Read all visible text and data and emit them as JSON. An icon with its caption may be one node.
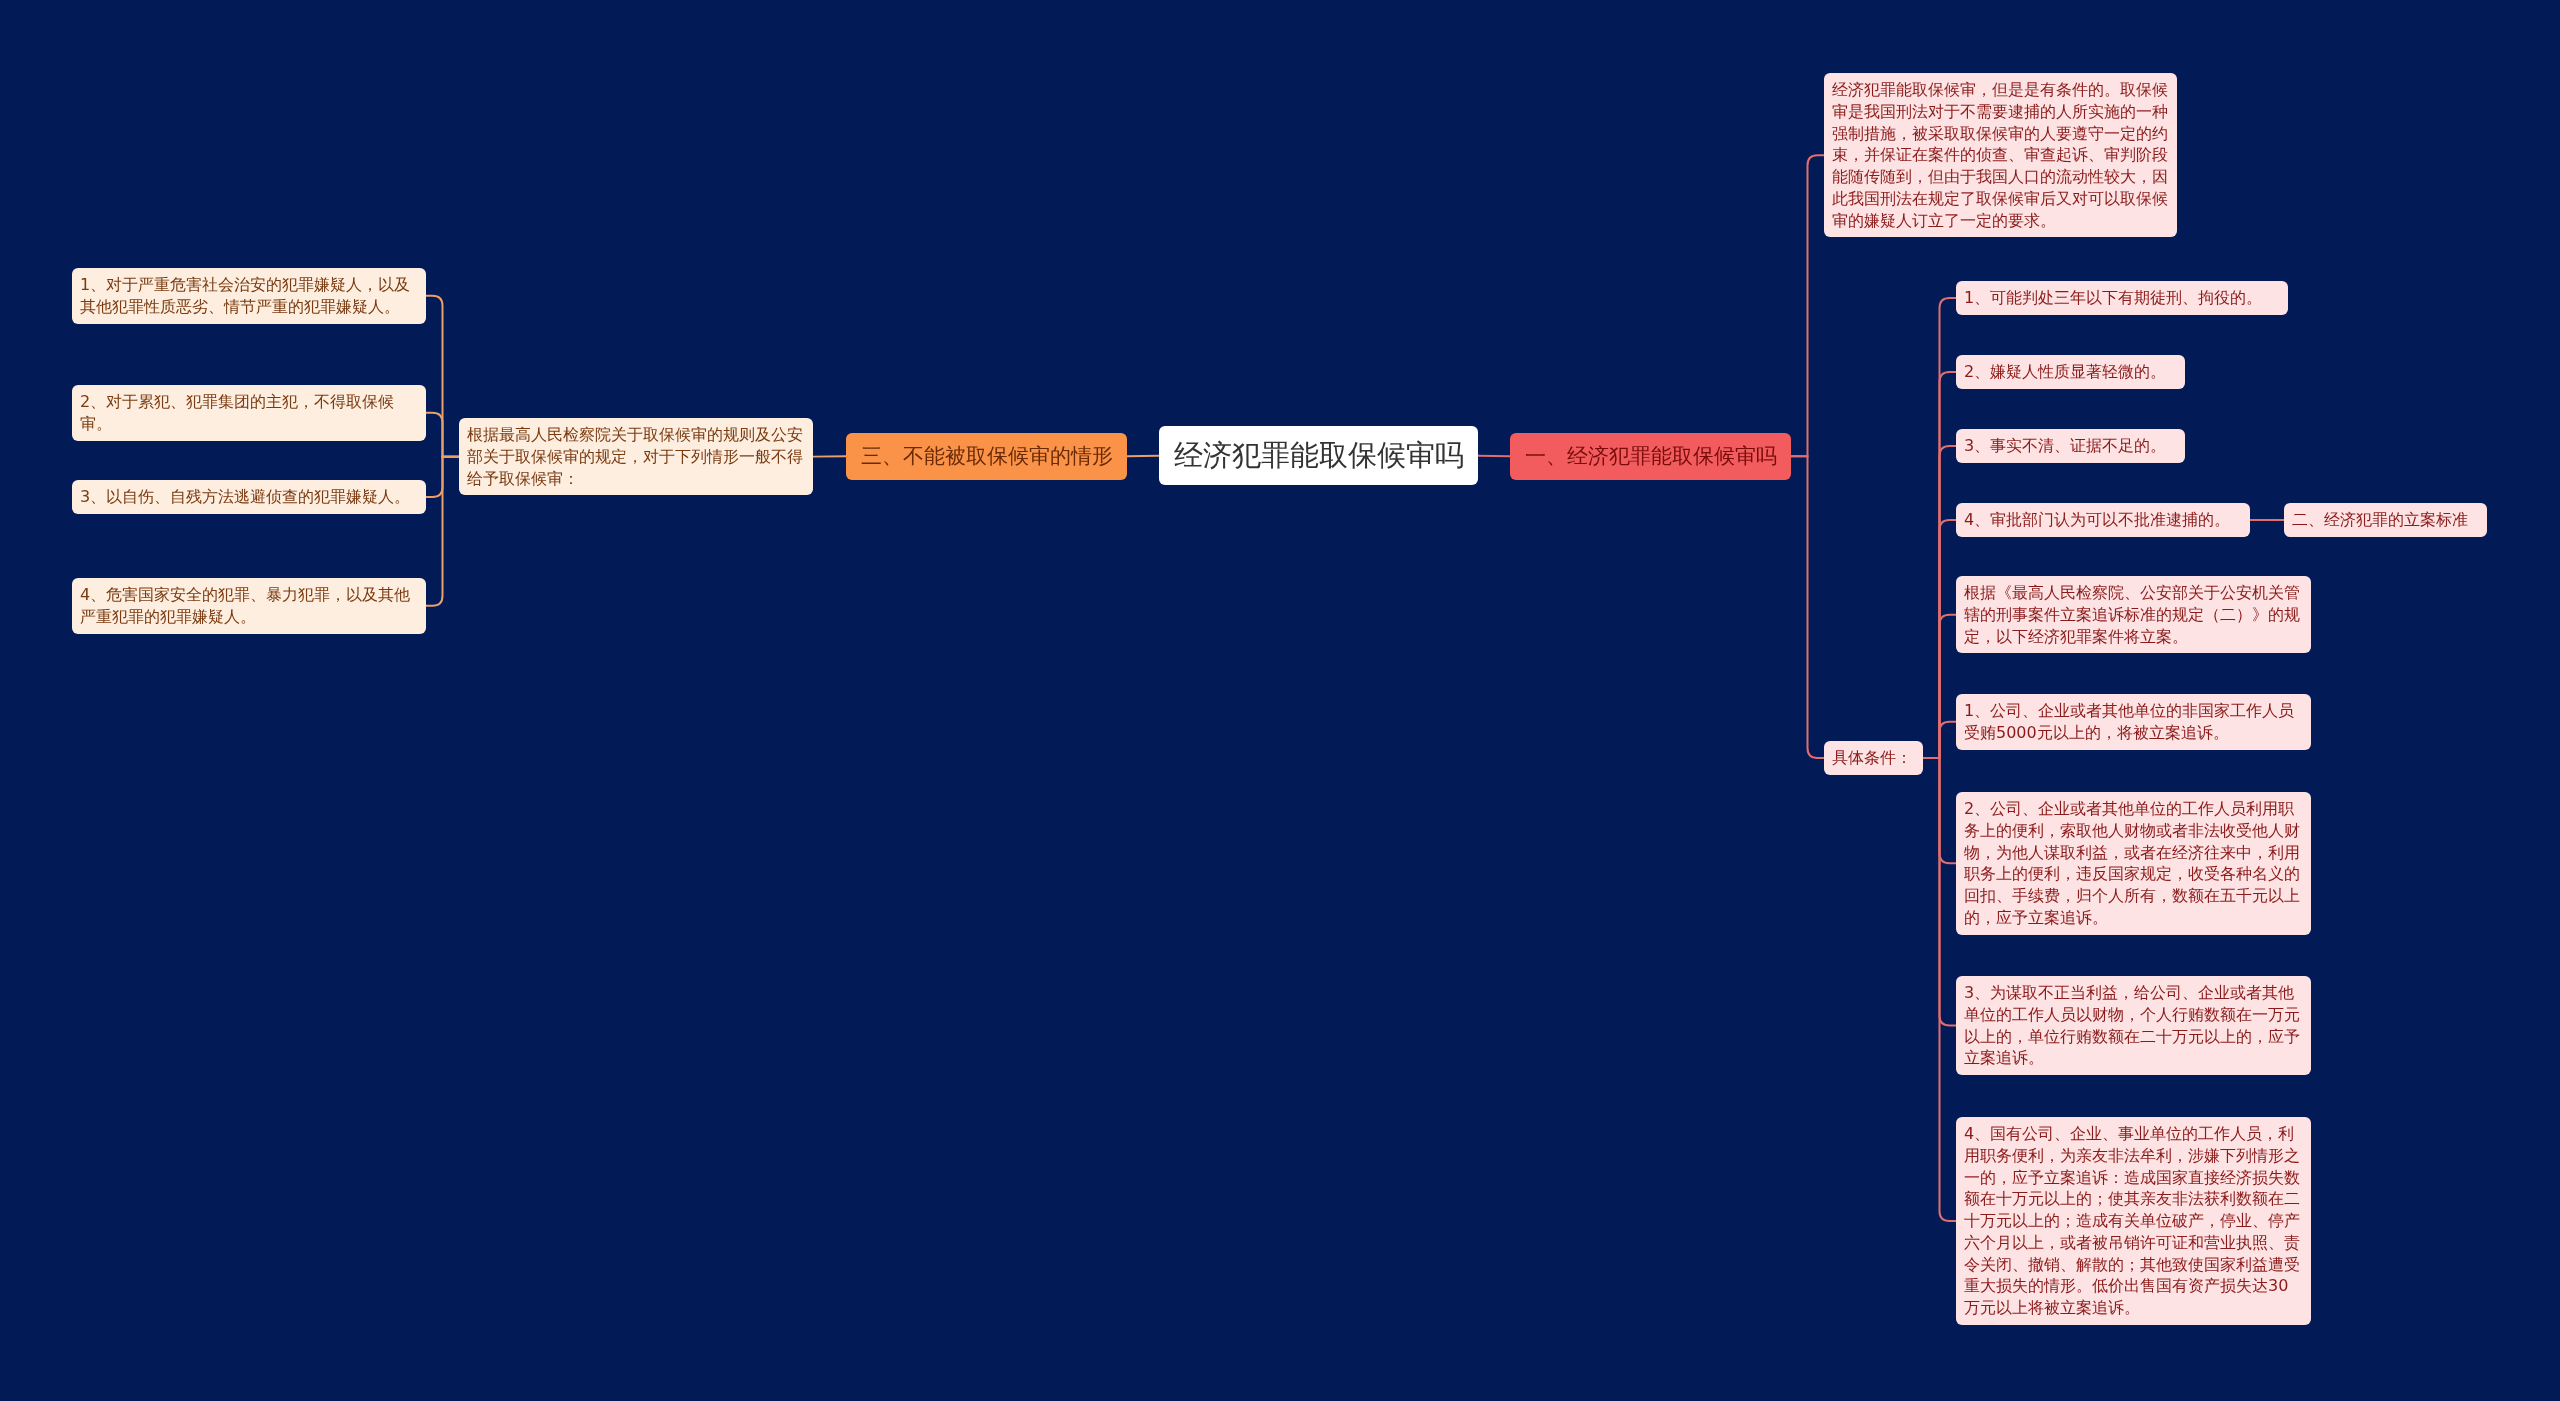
{
  "diagram": {
    "nodes": [
      {
        "text": [
          "经济犯罪能取保候审吗"
        ]
      },
      {
        "text": [
          "一、经济犯罪能取保候审吗"
        ]
      },
      {
        "text": [
          "经济犯罪能取保候审，但是是有条件的。取保候审是我国刑法对于不需要逮捕的人所实施的一种强制措施，被采取取保候审的人要遵守一定的约束，并保证在案件的侦查、审查起诉、审判阶段能随传随到，但由于我国人口的流动性较大，因此我国刑法在规定了取保候审后又对可以取保候审的嫌疑人订立了一定的要求。"
        ]
      },
      {
        "text": [
          "具体条件："
        ]
      },
      {
        "text": [
          "1、可能判处三年以下有期徒刑、拘役的。"
        ]
      },
      {
        "text": [
          "2、嫌疑人性质显著轻微的。"
        ]
      },
      {
        "text": [
          "3、事实不清、证据不足的。"
        ]
      },
      {
        "text": [
          "4、审批部门认为可以不批准逮捕的。"
        ]
      },
      {
        "text": [
          "二、经济犯罪的立案标准"
        ]
      },
      {
        "text": [
          "根据《最高人民检察院、公安部关于公安机关管辖的刑事案件立案追诉标准的规定（二）》的规定，以下经济犯罪案件将立案。"
        ]
      },
      {
        "text": [
          "1、公司、企业或者其他单位的非国家工作人员受贿5000元以上的，将被立案追诉。"
        ]
      },
      {
        "text": [
          "2、公司、企业或者其他单位的工作人员利用职务上的便利，索取他人财物或者非法收受他人财物，为他人谋取利益，或者在经济往来中，利用职务上的便利，违反国家规定，收受各种名义的回扣、手续费，归个人所有，数额在五千元以上的，应予立案追诉。"
        ]
      },
      {
        "text": [
          "3、为谋取不正当利益，给公司、企业或者其他单位的工作人员以财物，个人行贿数额在一万元以上的，单位行贿数额在二十万元以上的，应予立案追诉。"
        ]
      },
      {
        "text": [
          "4、国有公司、企业、事业单位的工作人员，利用职务便利，为亲友非法牟利，涉嫌下列情形之一的，应予立案追诉：造成国家直接经济损失数额在十万元以上的；使其亲友非法获利数额在二十万元以上的；造成有关单位破产，停业、停产六个月以上，或者被吊销许可证和营业执照、责令关闭、撤销、解散的；其他致使国家利益遭受重大损失的情形。低价出售国有资产损失达30万元以上将被立案追诉。"
        ]
      },
      {
        "text": [
          "三、不能被取保候审的情形"
        ]
      },
      {
        "text": [
          "根据最高人民检察院关于取保候审的规则及公安部关于取保候审的规定，对于下列情形一般不得给予取保候审："
        ]
      },
      {
        "text": [
          "1、对于严重危害社会治安的犯罪嫌疑人，以及其他犯罪性质恶劣、情节严重的犯罪嫌疑人。"
        ]
      },
      {
        "text": [
          "2、对于累犯、犯罪集团的主犯，不得取保候审。"
        ]
      },
      {
        "text": [
          "3、以自伤、自残方法逃避侦查的犯罪嫌疑人。"
        ]
      },
      {
        "text": [
          "4、危害国家安全的犯罪、暴力犯罪，以及其他严重犯罪的犯罪嫌疑人。"
        ]
      }
    ],
    "edges": [
      {
        "from": 0,
        "to": 1,
        "arrow": "none"
      },
      {
        "from": 1,
        "to": 2,
        "arrow": "none"
      },
      {
        "from": 1,
        "to": 3,
        "arrow": "none"
      },
      {
        "from": 3,
        "to": 4,
        "arrow": "none"
      },
      {
        "from": 3,
        "to": 5,
        "arrow": "none"
      },
      {
        "from": 3,
        "to": 6,
        "arrow": "none"
      },
      {
        "from": 3,
        "to": 7,
        "arrow": "none"
      },
      {
        "from": 7,
        "to": 8,
        "arrow": "none"
      },
      {
        "from": 3,
        "to": 9,
        "arrow": "none"
      },
      {
        "from": 3,
        "to": 10,
        "arrow": "none"
      },
      {
        "from": 3,
        "to": 11,
        "arrow": "none"
      },
      {
        "from": 3,
        "to": 12,
        "arrow": "none"
      },
      {
        "from": 3,
        "to": 13,
        "arrow": "none"
      },
      {
        "from": 0,
        "to": 14,
        "arrow": "none",
        "color": "#e9a06a"
      },
      {
        "from": 14,
        "to": 15,
        "arrow": "none",
        "color": "#e9a06a"
      },
      {
        "from": 15,
        "to": 16,
        "arrow": "none",
        "color": "#e9a06a"
      },
      {
        "from": 15,
        "to": 17,
        "arrow": "none",
        "color": "#e9a06a"
      },
      {
        "from": 15,
        "to": 18,
        "arrow": "none",
        "color": "#e9a06a"
      },
      {
        "from": 15,
        "to": 19,
        "arrow": "none",
        "color": "#e9a06a"
      }
    ]
  }
}
